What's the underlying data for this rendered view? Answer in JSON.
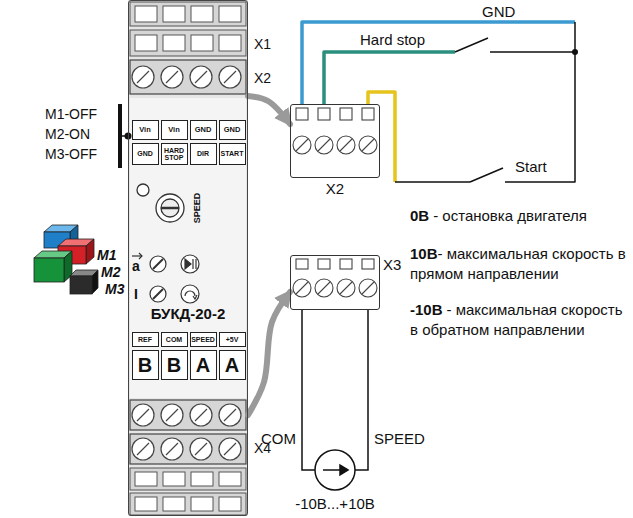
{
  "diagram": {
    "nodes": [
      {
        "text": [
          "БУКД-20-2"
        ]
      },
      {
        "text": [
          "Vin"
        ],
        "in": 0
      },
      {
        "text": [
          "Vin"
        ],
        "in": 0
      },
      {
        "text": [
          "GND"
        ],
        "in": 0
      },
      {
        "text": [
          "GND"
        ],
        "in": 0
      },
      {
        "text": [
          "GND"
        ],
        "in": 0
      },
      {
        "text": [
          "HARD STOP"
        ],
        "in": 0
      },
      {
        "text": [
          "DIR"
        ],
        "in": 0
      },
      {
        "text": [
          "START"
        ],
        "in": 0
      },
      {
        "text": [
          "REF"
        ],
        "in": 0
      },
      {
        "text": [
          "COM"
        ],
        "in": 0
      },
      {
        "text": [
          "SPEED"
        ],
        "in": 0
      },
      {
        "text": [
          "+5V"
        ],
        "in": 0
      },
      {
        "text": [
          "B"
        ],
        "in": 0
      },
      {
        "text": [
          "B"
        ],
        "in": 0
      },
      {
        "text": [
          "A"
        ],
        "in": 0
      },
      {
        "text": [
          "A"
        ],
        "in": 0
      },
      {
        "text": [
          "X2"
        ]
      },
      {
        "text": [
          "X3"
        ]
      }
    ],
    "edges": [
      {
        "from": 0,
        "to": 17,
        "arrow": "to"
      },
      {
        "from": 0,
        "to": 18,
        "arrow": "to"
      }
    ],
    "labels": [
      "X1",
      "X2",
      "X4",
      "M1-OFF",
      "M2-ON",
      "M3-OFF",
      "M1",
      "M2",
      "M3",
      "SPEED",
      "a",
      "I",
      "GND",
      "Hard stop",
      "Start",
      "0В",
      "- остановка двигателя",
      "10В",
      "- максимальная скорость в прямом направлении",
      "-10В",
      "- максимальная скорость в обратном направлении",
      "COM",
      "SPEED",
      "-10В...+10В"
    ]
  }
}
